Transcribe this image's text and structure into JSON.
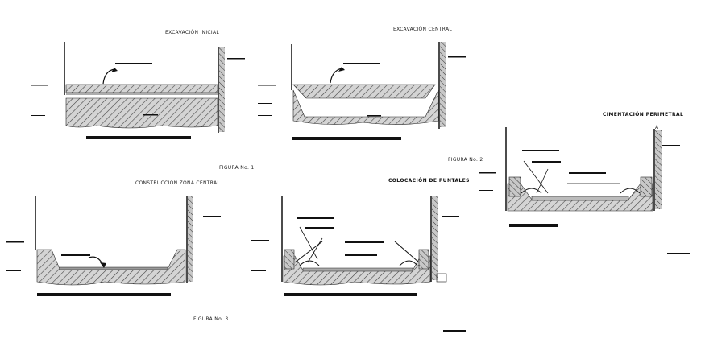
{
  "panels": {
    "excavacion_inicial": {
      "title": "EXCAVACIÓN INICIAL",
      "caption": "FIGURA No. 1"
    },
    "excavacion_central": {
      "title": "EXCAVACIÓN CENTRAL",
      "caption": "FIGURA No. 2"
    },
    "cimentacion_perimetral": {
      "title": "CIMENTACIÓN PERIMETRAL"
    },
    "construccion_zona_central": {
      "title": "CONSTRUCCION ZONA CENTRAL",
      "caption": "FIGURA No. 3"
    },
    "colocacion_puntales": {
      "title": "COLOCACIÓN DE PUNTALES"
    }
  },
  "colors": {
    "line": "#111111",
    "fill": "#cfcfcf",
    "hatch": "#555555",
    "background": "#ffffff"
  },
  "markers": {
    "axis_mark": "A"
  }
}
